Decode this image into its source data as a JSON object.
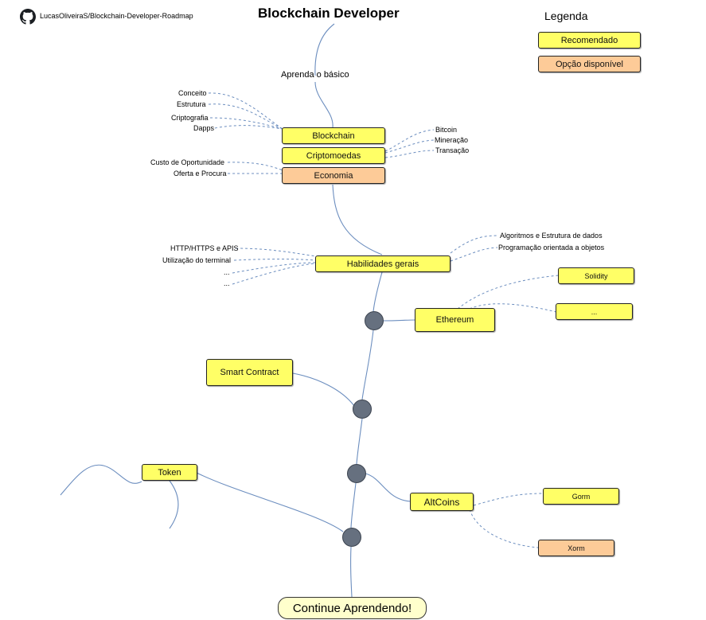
{
  "header": {
    "repo": "LucasOliveiraS/Blockchain-Developer-Roadmap",
    "title": "Blockchain Developer"
  },
  "legend": {
    "title": "Legenda",
    "recommended": "Recomendado",
    "available": "Opção disponível",
    "colors": {
      "recommended": "#ffff66",
      "available": "#fdcb98",
      "hub": "#66707f",
      "line": "#6c8ebf"
    }
  },
  "basics": {
    "label": "Aprenda o básico",
    "blockchain": "Blockchain",
    "criptomoedas": "Criptomoedas",
    "economia": "Economia",
    "blockchain_topics": [
      "Conceito",
      "Estrutura",
      "Criptografia",
      "Dapps"
    ],
    "crypto_topics": [
      "Bitcoin",
      "Mineração",
      "Transação"
    ],
    "economy_topics": [
      "Custo de Oportunidade",
      "Oferta e Procura"
    ]
  },
  "skills": {
    "label": "Habilidades gerais",
    "left_topics": [
      "HTTP/HTTPS e APIS",
      "Utilização do terminal",
      "...",
      "..."
    ],
    "right_topics": [
      "Algoritmos e Estrutura de dados",
      "Programação orientada a objetos"
    ]
  },
  "ethereum": {
    "label": "Ethereum",
    "solidity": "Solidity",
    "more": "..."
  },
  "smart_contract": {
    "label": "Smart Contract"
  },
  "altcoins": {
    "label": "AltCoins",
    "gorm": "Gorm",
    "xorm": "Xorm"
  },
  "token": {
    "label": "Token"
  },
  "footer": {
    "continue": "Continue Aprendendo!"
  }
}
